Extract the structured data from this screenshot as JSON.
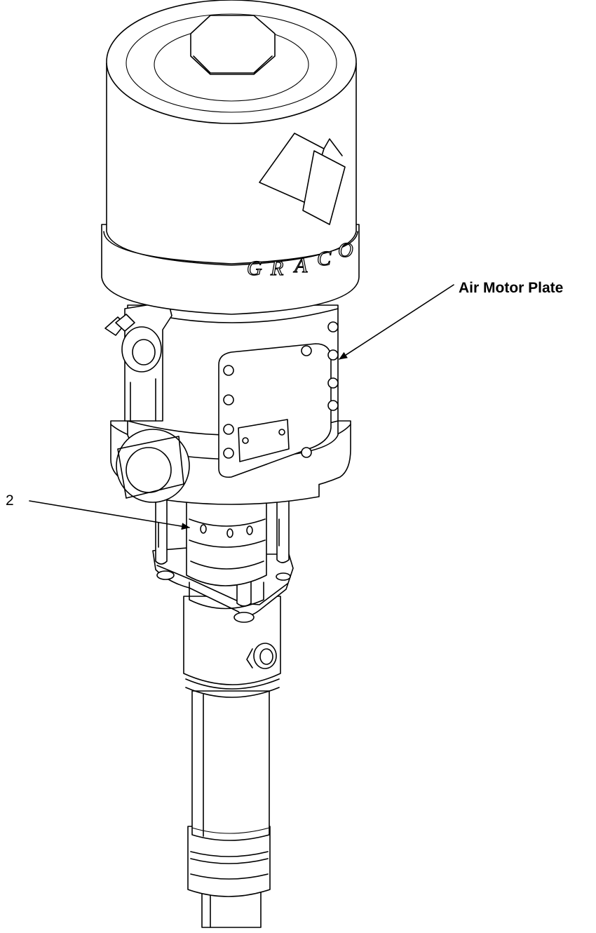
{
  "callouts": {
    "air_motor_plate": "Air Motor Plate",
    "part_2": "2"
  },
  "logo": {
    "letters": [
      "G",
      "R",
      "A",
      "C",
      "O"
    ]
  }
}
